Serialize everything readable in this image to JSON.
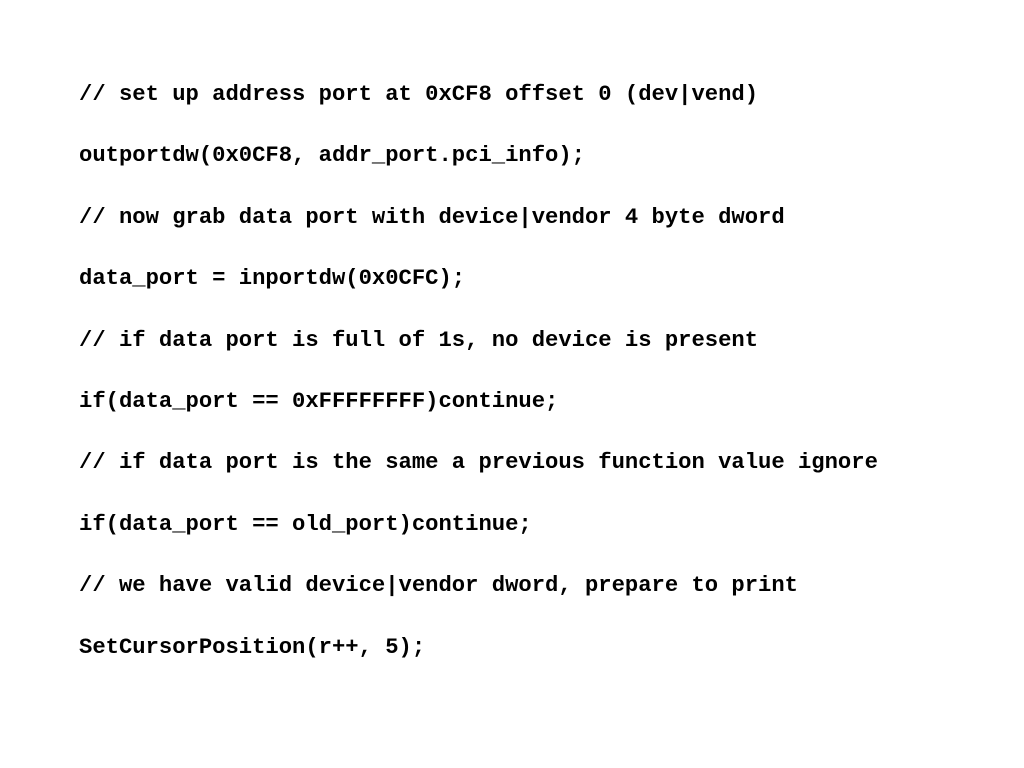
{
  "code": {
    "lines": [
      "// set up address port at 0xCF8 offset 0 (dev|vend)",
      "outportdw(0x0CF8, addr_port.pci_info);",
      "// now grab data port with device|vendor 4 byte dword",
      "data_port = inportdw(0x0CFC);",
      "// if data port is full of 1s, no device is present",
      "if(data_port == 0xFFFFFFFF)continue;",
      "// if data port is the same a previous function value ignore",
      "if(data_port == old_port)continue;",
      "// we have valid device|vendor dword, prepare to print",
      "SetCursorPosition(r++, 5);"
    ]
  }
}
